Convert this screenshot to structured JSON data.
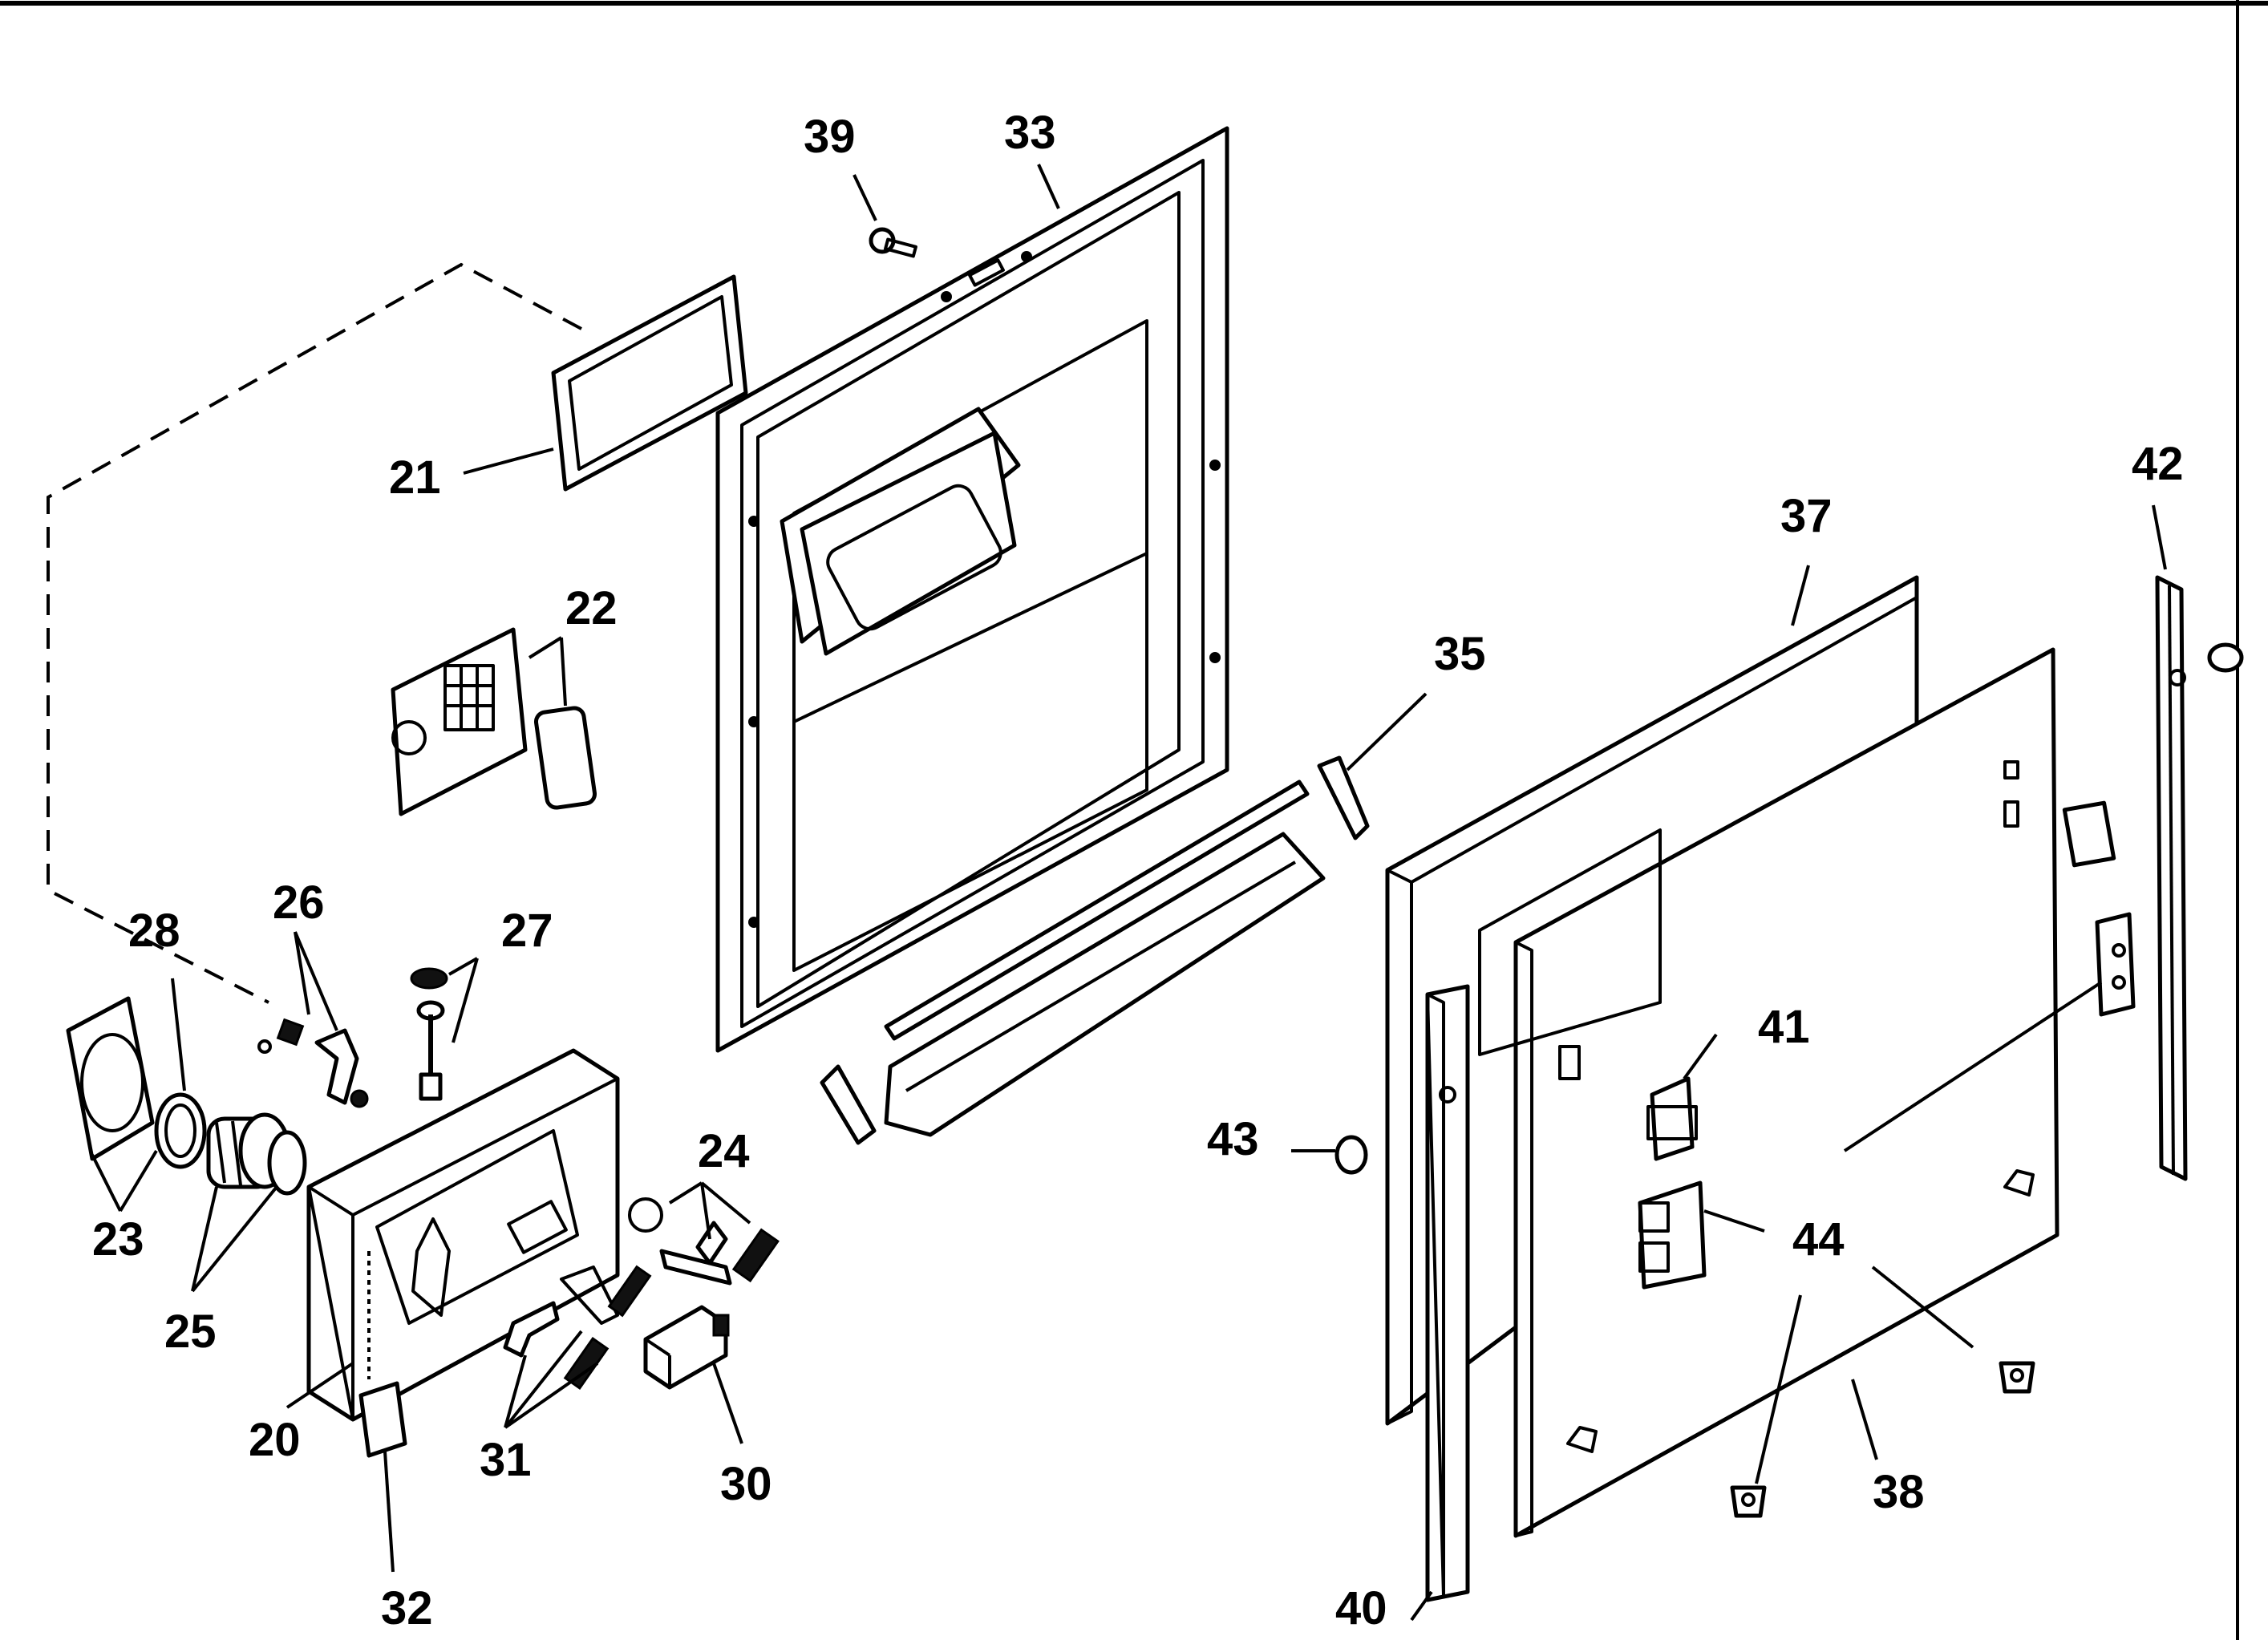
{
  "diagram": {
    "callouts": {
      "c20": "20",
      "c21": "21",
      "c22": "22",
      "c23": "23",
      "c24": "24",
      "c25": "25",
      "c26": "26",
      "c27": "27",
      "c28": "28",
      "c30": "30",
      "c31": "31",
      "c32": "32",
      "c33": "33",
      "c35": "35",
      "c37": "37",
      "c38": "38",
      "c39": "39",
      "c40": "40",
      "c41": "41",
      "c42": "42",
      "c43": "43",
      "c44": "44"
    }
  }
}
